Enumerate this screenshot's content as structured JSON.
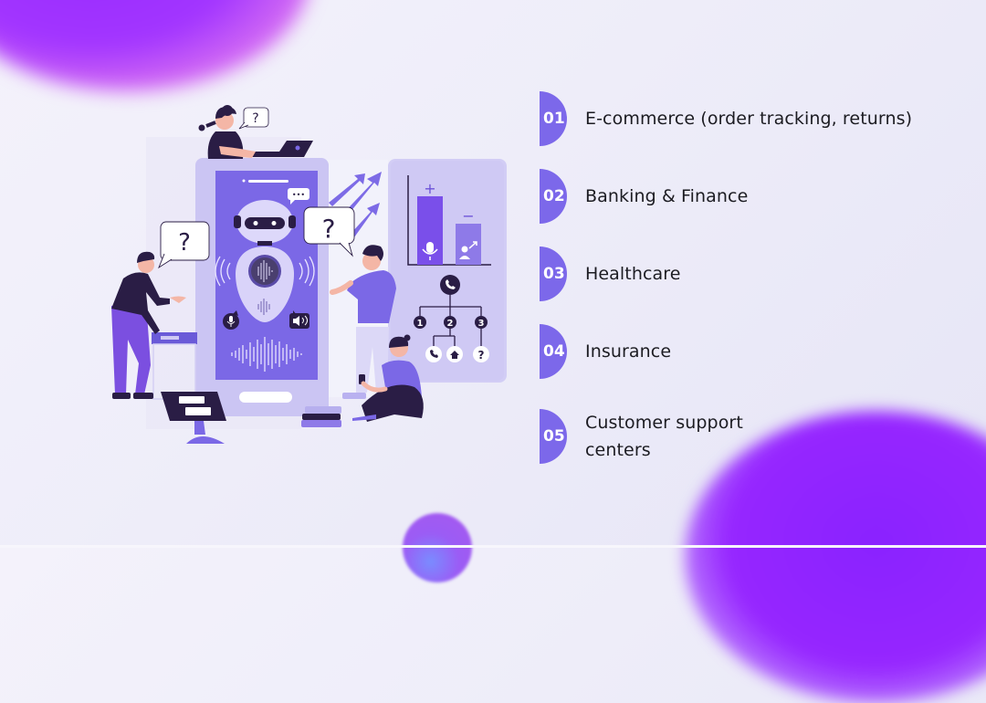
{
  "colors": {
    "badge": "#7c68ea",
    "text": "#1c1c22",
    "illustration_primary": "#7b68e6",
    "illustration_light": "#c9c3f4",
    "illustration_dark": "#2a1d45",
    "blob": "#9626ff"
  },
  "illustration": {
    "description": "AI voice assistant robot on phone screen with people, speech bubbles, bar chart and IVR call tree",
    "speech_bubble_symbol": "?",
    "chart_plus": "+",
    "chart_minus": "−",
    "chat_dots": "•••",
    "ivr_options": [
      "1",
      "2",
      "3"
    ],
    "ivr_leaf_question": "?"
  },
  "list": {
    "items": [
      {
        "number": "01",
        "label": "E-commerce (order tracking, returns)"
      },
      {
        "number": "02",
        "label": "Banking & Finance"
      },
      {
        "number": "03",
        "label": "Healthcare"
      },
      {
        "number": "04",
        "label": "Insurance"
      },
      {
        "number": "05",
        "label": "Customer support centers"
      }
    ]
  }
}
